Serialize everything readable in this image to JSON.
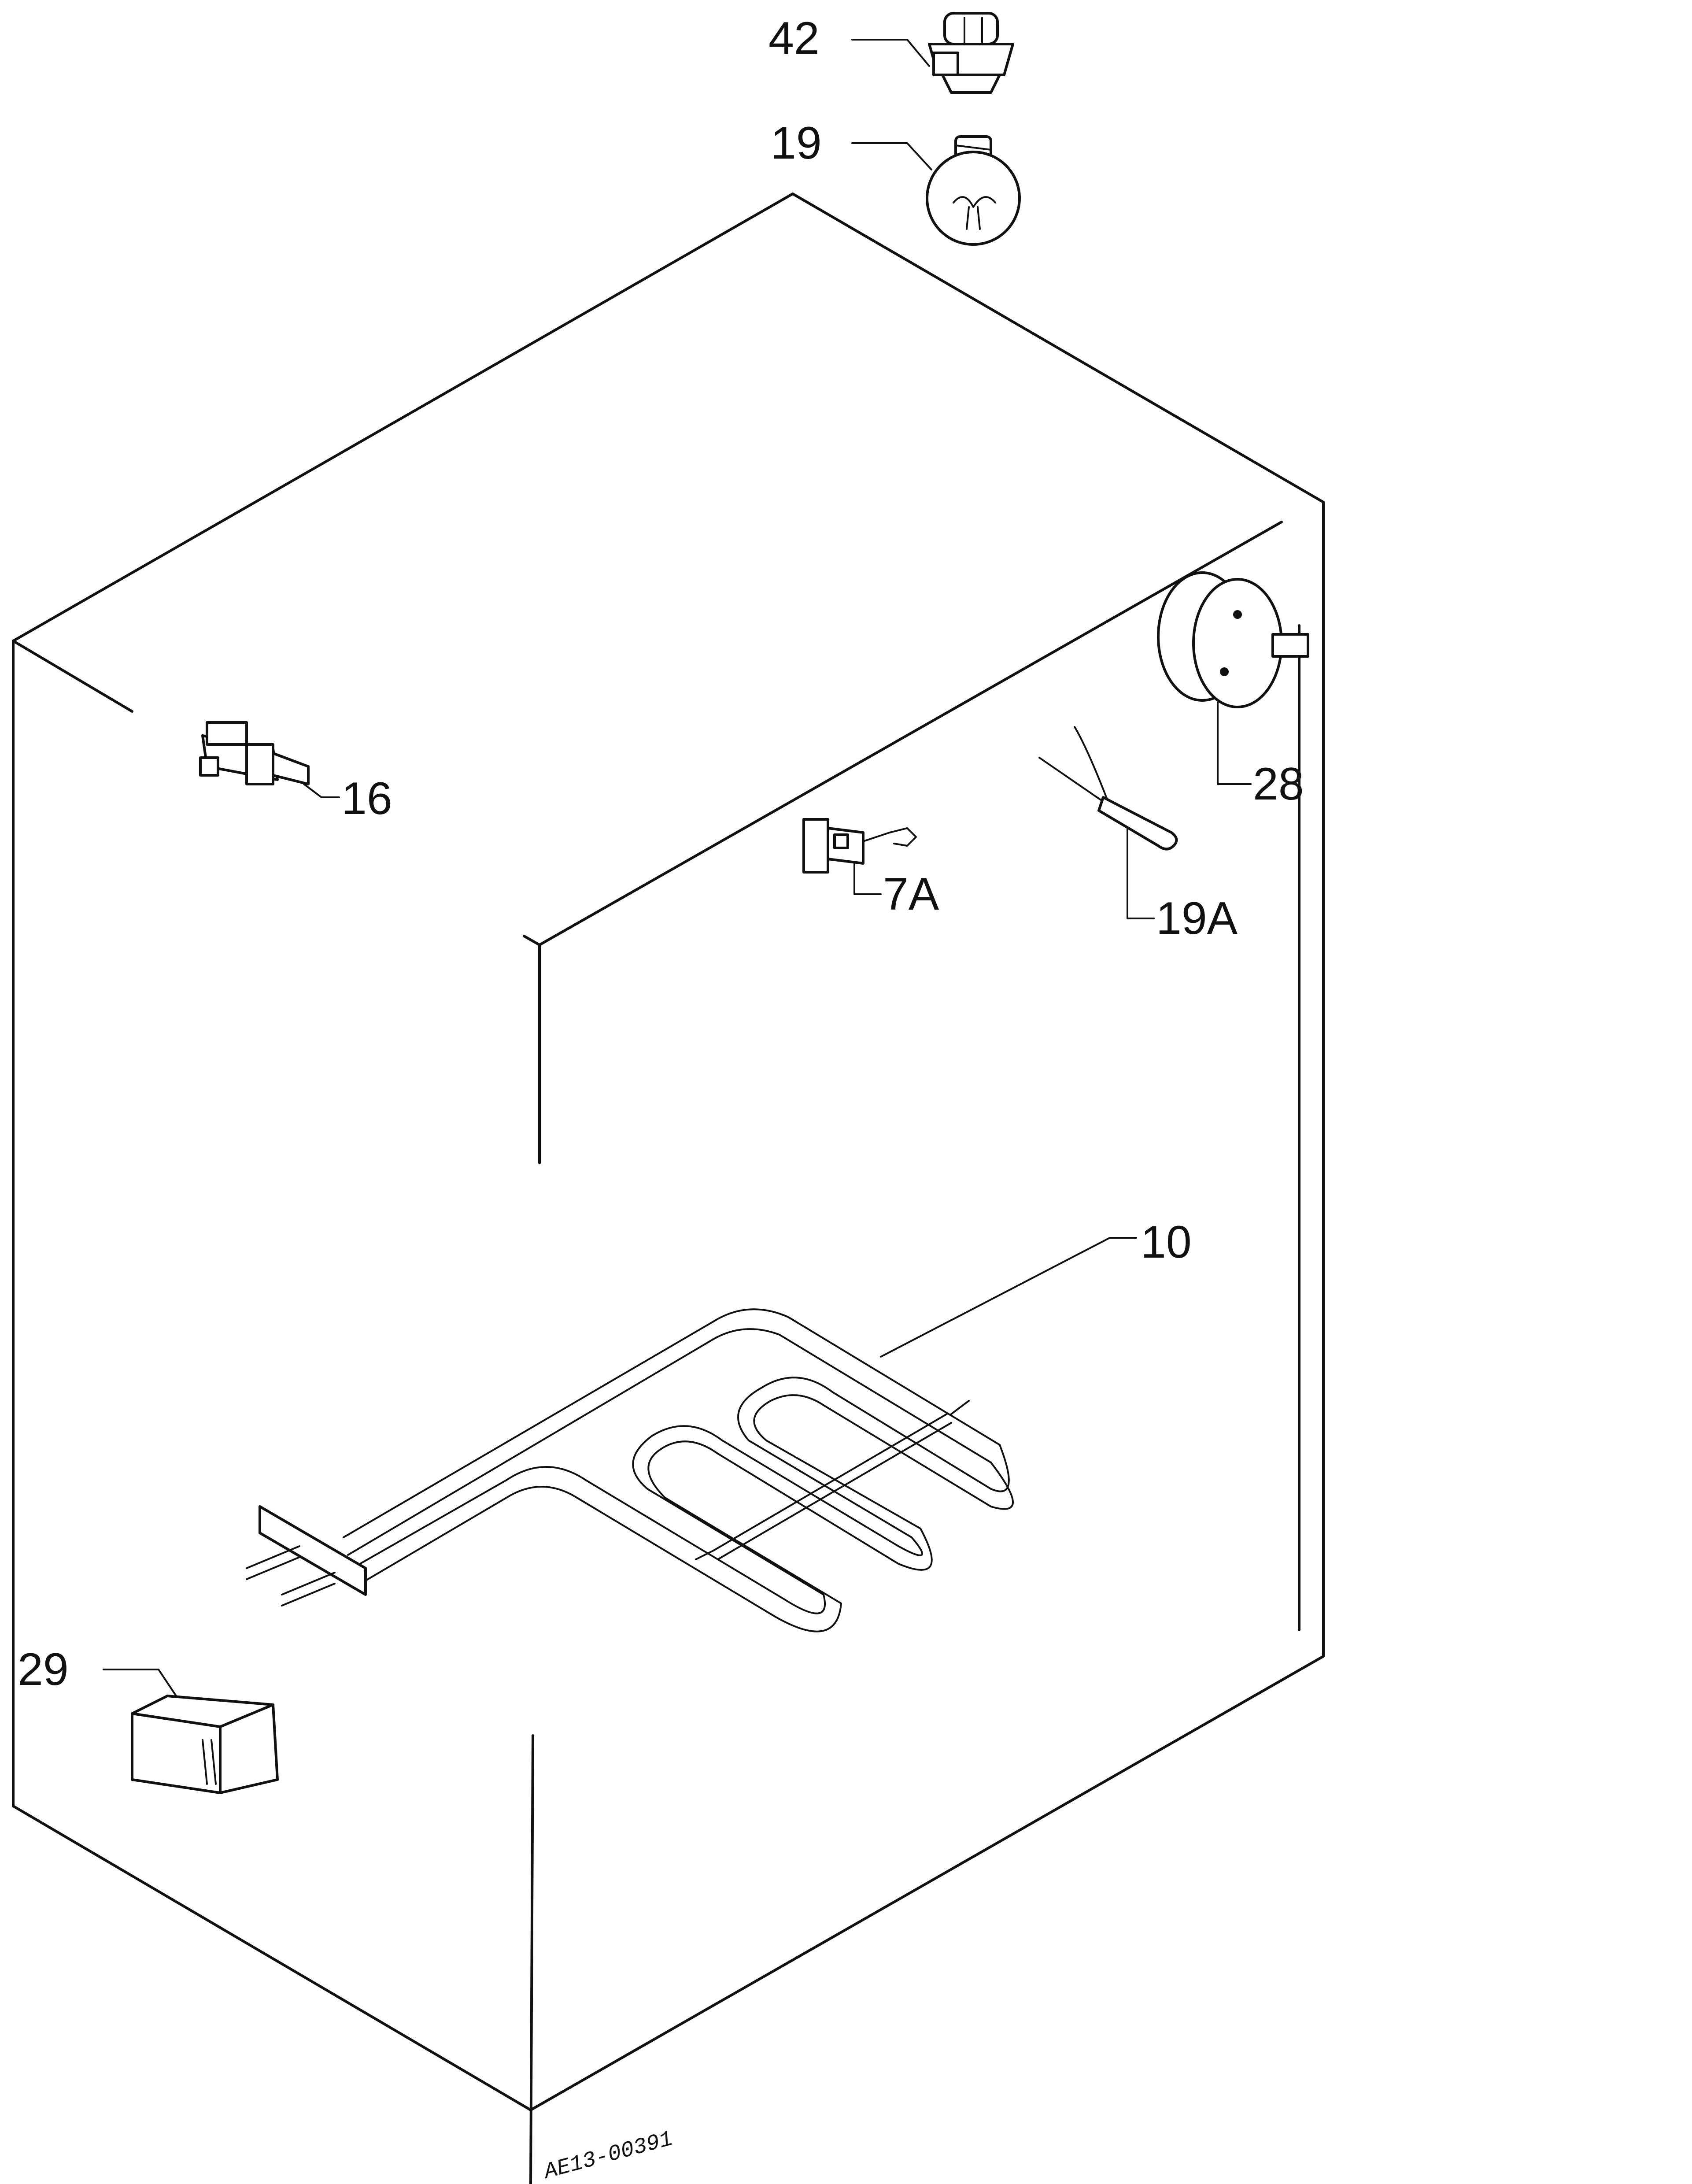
{
  "parts": [
    {
      "id": "part-42",
      "label": "42"
    },
    {
      "id": "part-19",
      "label": "19"
    },
    {
      "id": "part-16",
      "label": "16"
    },
    {
      "id": "part-28",
      "label": "28"
    },
    {
      "id": "part-7a",
      "label": "7A"
    },
    {
      "id": "part-19a",
      "label": "19A"
    },
    {
      "id": "part-10",
      "label": "10"
    },
    {
      "id": "part-29",
      "label": "29"
    }
  ],
  "drawing_code": "AE13-00391"
}
